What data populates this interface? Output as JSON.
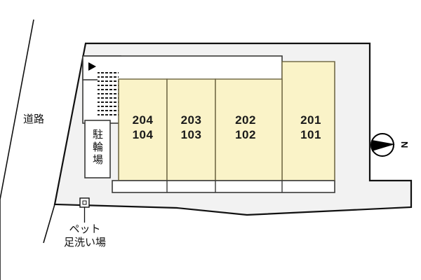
{
  "diagram": {
    "title": "apartment-site-plan",
    "colors": {
      "unit_fill": "#faf3c8",
      "site_fill": "#f2f2f2",
      "road_fill": "#ffffff",
      "building_white": "#ffffff",
      "outline": "#3a3a38",
      "boundary": "#111111",
      "text": "#1a1a1a"
    }
  },
  "labels": {
    "road": "道路",
    "bicycle_parking": "駐輪場",
    "pet_wash_line1": "ペット",
    "pet_wash_line2": "足洗い場",
    "compass": "N"
  },
  "bicycle_parking_chars": [
    "駐",
    "輪",
    "場"
  ],
  "road_chars": [
    "道",
    "路"
  ],
  "units": [
    {
      "id": "unit-204-104",
      "upper": "204",
      "lower": "104"
    },
    {
      "id": "unit-203-103",
      "upper": "203",
      "lower": "103"
    },
    {
      "id": "unit-202-102",
      "upper": "202",
      "lower": "102"
    },
    {
      "id": "unit-201-101",
      "upper": "201",
      "lower": "101"
    }
  ]
}
